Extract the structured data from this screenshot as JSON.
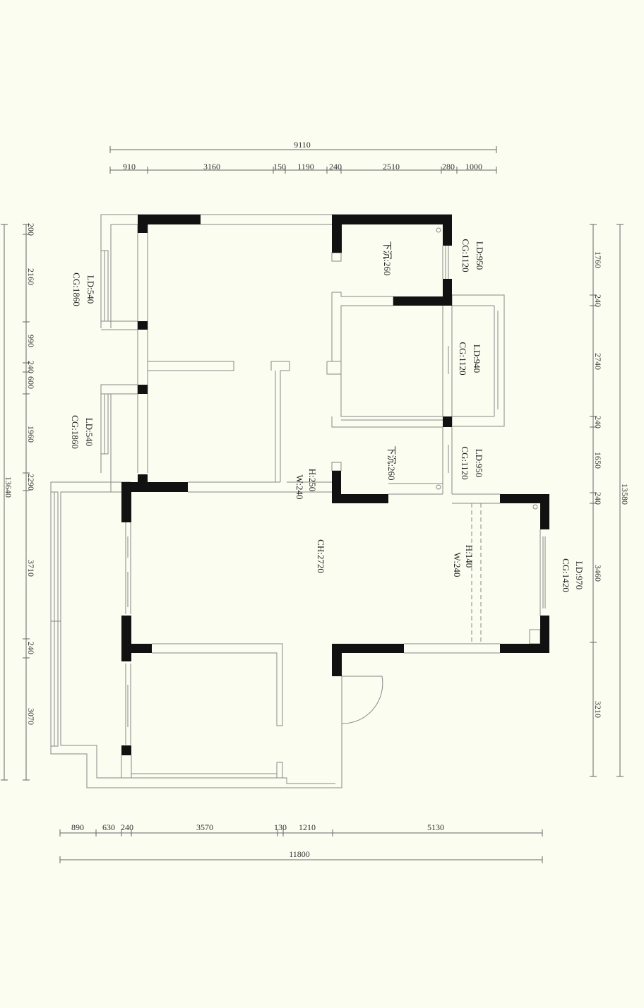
{
  "dimensions": {
    "top_total": "9110",
    "top_segments": [
      "910",
      "3160",
      "150",
      "1190",
      "240",
      "2510",
      "280",
      "1000"
    ],
    "bottom_segments": [
      "890",
      "630",
      "240",
      "3570",
      "130",
      "1210",
      "5130"
    ],
    "bottom_total": "11800",
    "left_segments": [
      "200",
      "2160",
      "990",
      "240",
      "600",
      "1960",
      "2290",
      "3710",
      "240",
      "3070"
    ],
    "left_total": "13640",
    "right_segments": [
      "1760",
      "240",
      "2740",
      "240",
      "1650",
      "240",
      "3460",
      "3210"
    ],
    "right_total": "13580"
  },
  "labels": {
    "left_window_1_ld": "LD:540",
    "left_window_1_cg": "CG:1860",
    "left_window_2_ld": "LD:540",
    "left_window_2_cg": "CG:1860",
    "top_right_drop": "下沉:260",
    "top_right_ld": "LD:950",
    "top_right_cg": "CG:1120",
    "mid_right_ld": "LD:940",
    "mid_right_cg": "CG:1120",
    "lower_right_drop": "下沉:260",
    "lower_right_ld": "LD:950",
    "lower_right_cg": "CG:1120",
    "opening_h": "H:250",
    "opening_w": "W:240",
    "ceiling_height": "CH:2720",
    "beam_h": "H:140",
    "beam_w": "W:240",
    "living_ld": "LD:970",
    "living_cg": "CG:1420"
  }
}
